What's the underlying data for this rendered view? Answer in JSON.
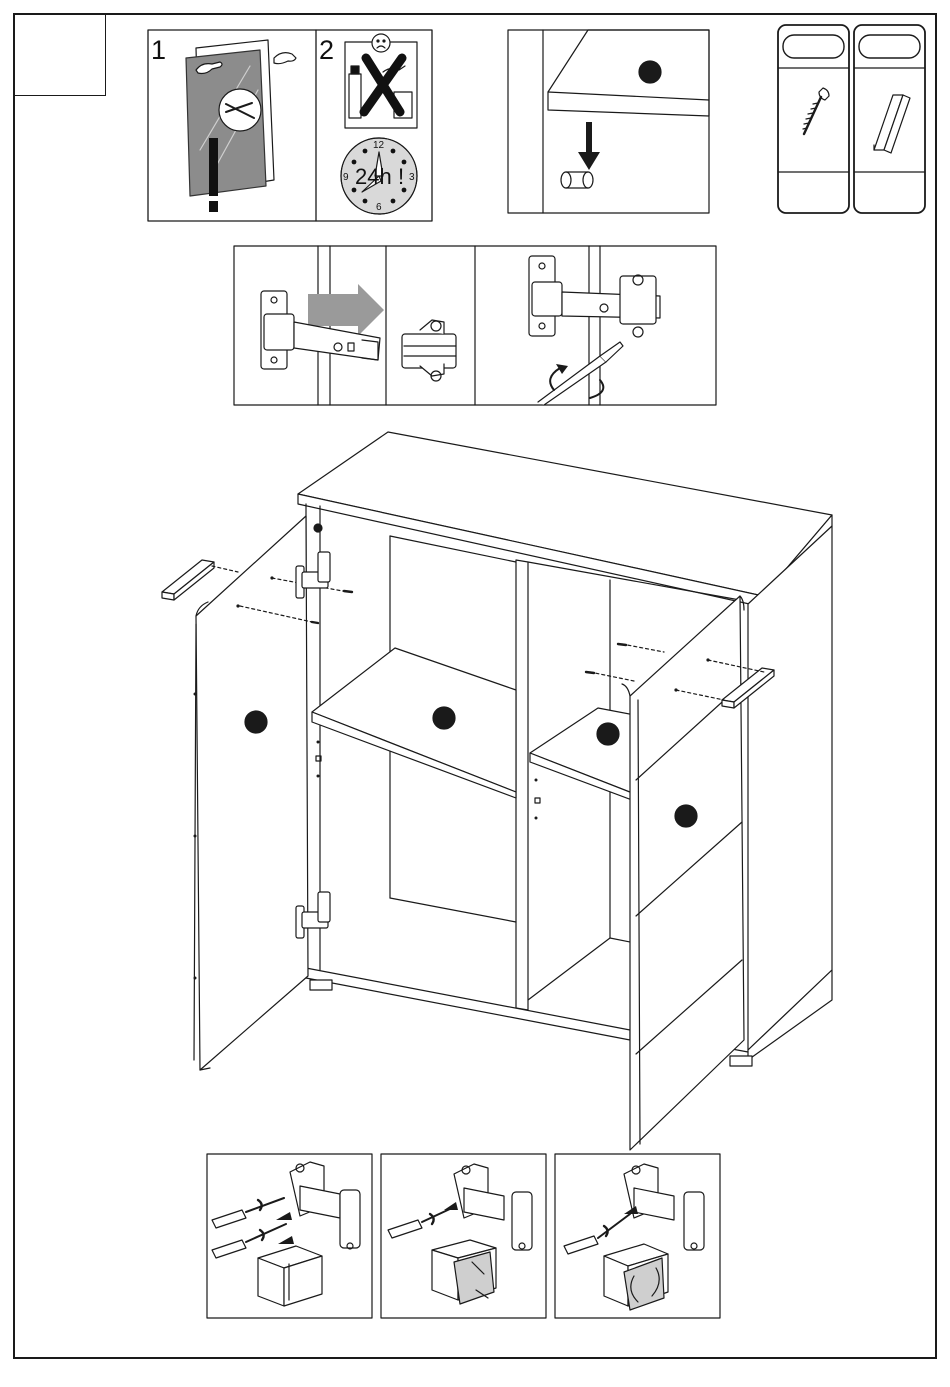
{
  "warning_panel": {
    "step1_number": "1",
    "step2_number": "2",
    "clock_duration": "24h",
    "clock_exclaim": "!",
    "clock_numerals": [
      "12",
      "3",
      "6",
      "9"
    ]
  },
  "colors": {
    "ink": "#1a1a1a",
    "marker_dot": "#1a1a1a",
    "arrow_gray": "#9a9a9a",
    "glass_gray": "#8c8c8c"
  },
  "icons": [
    "screw-icon",
    "handle-icon",
    "dowel-icon",
    "screwdriver-icon",
    "hinge-icon",
    "sad-face-icon",
    "clock-icon",
    "cross-out-icon"
  ]
}
